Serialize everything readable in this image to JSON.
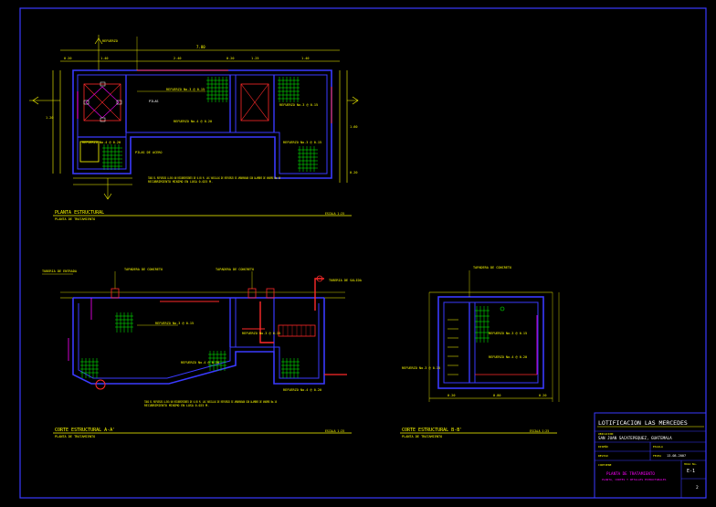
{
  "colors": {
    "background": "#000000",
    "wall": "#3a3aff",
    "dim": "#ffff00",
    "grid": "#00ff00",
    "pipe": "#ff2a2a",
    "note": "#ffff00",
    "white": "#ffffff",
    "magenta": "#ff00ff",
    "cyan": "#00ffff"
  },
  "plan": {
    "title": "PLANTA ESTRUCTURAL",
    "subtitle": "PLANTA DE TRATAMIENTO",
    "scale": "ESCALA 1:25",
    "overall_dim": "7.80",
    "top_dims": [
      "1.40",
      "2.40",
      "0.20",
      "1.25",
      "1.40",
      "0.20"
    ],
    "side_dims": [
      "1.20",
      "1.60",
      "0.20"
    ],
    "labels": [
      "REFUERZO No.3 @ 0.15",
      "REFUERZO No.4 @ 0.20",
      "REFUERZO No.3 @ 0.15",
      "REFUERZO No.4 @ 0.20",
      "REFUERZO No.3 @ 0.15",
      "PILAS DE ACERO"
    ],
    "note": "TODO EL REFUERZO LLEVA UN RECUBRIMIENTO DE 0.05 M. LAS VARILLAS DE REFUERZO SE AMARRARAN CON ALAMBRE DE AMARRE No.16"
  },
  "section_a": {
    "title": "CORTE ESTRUCTURAL  A-A'",
    "subtitle": "PLANTA DE TRATAMIENTO",
    "scale": "ESCALA 1:25",
    "labels": [
      "TUBERIA DE ENTRADA",
      "TAPADERA DE CONCRETO",
      "TAPADERA DE CONCRETO",
      "REFUERZO No.3 @ 0.15",
      "REFUERZO No.3 @ 0.15",
      "TUBERIA DE SALIDA",
      "REFUERZO No.4 @ 0.20",
      "REFUERZO No.4 @ 0.20"
    ],
    "note": "TODO EL REFUERZO LLEVA UN RECUBRIMIENTO DE 0.05 M. LAS VARILLAS DE REFUERZO SE AMARRARAN CON ALAMBRE DE AMARRE No.16"
  },
  "section_b": {
    "title": "CORTE ESTRUCTURAL  B-B'",
    "subtitle": "PLANTA DE TRATAMIENTO",
    "scale": "ESCALA 1:25",
    "labels": [
      "TAPADERA DE CONCRETO",
      "REFUERZO No.3 @ 0.15",
      "REFUERZO No.4 @ 0.20",
      "REFUERZO No.3 @ 0.15"
    ],
    "dims": [
      "0.20",
      "0.80",
      "0.20"
    ]
  },
  "title_block": {
    "project": "LOTIFICACION LAS MERCEDES",
    "location_label": "UBICACION",
    "location": "SAN JUAN SACATEPEQUEZ, GUATEMALA",
    "field_1": "DISEÑO",
    "field_2": "ESCALA",
    "field_3": "REVISO",
    "field_4": "FECHA",
    "date": "13-08-2007",
    "field_5": "CONTIENE",
    "content_1": "PLANTA DE TRATAMIENTO",
    "content_2": "PLANTA, CORTES Y DETALLES ESTRUCTURALES",
    "sheet_label": "HOJA No.",
    "sheet_no": "E-1",
    "sheet_count": "2"
  }
}
